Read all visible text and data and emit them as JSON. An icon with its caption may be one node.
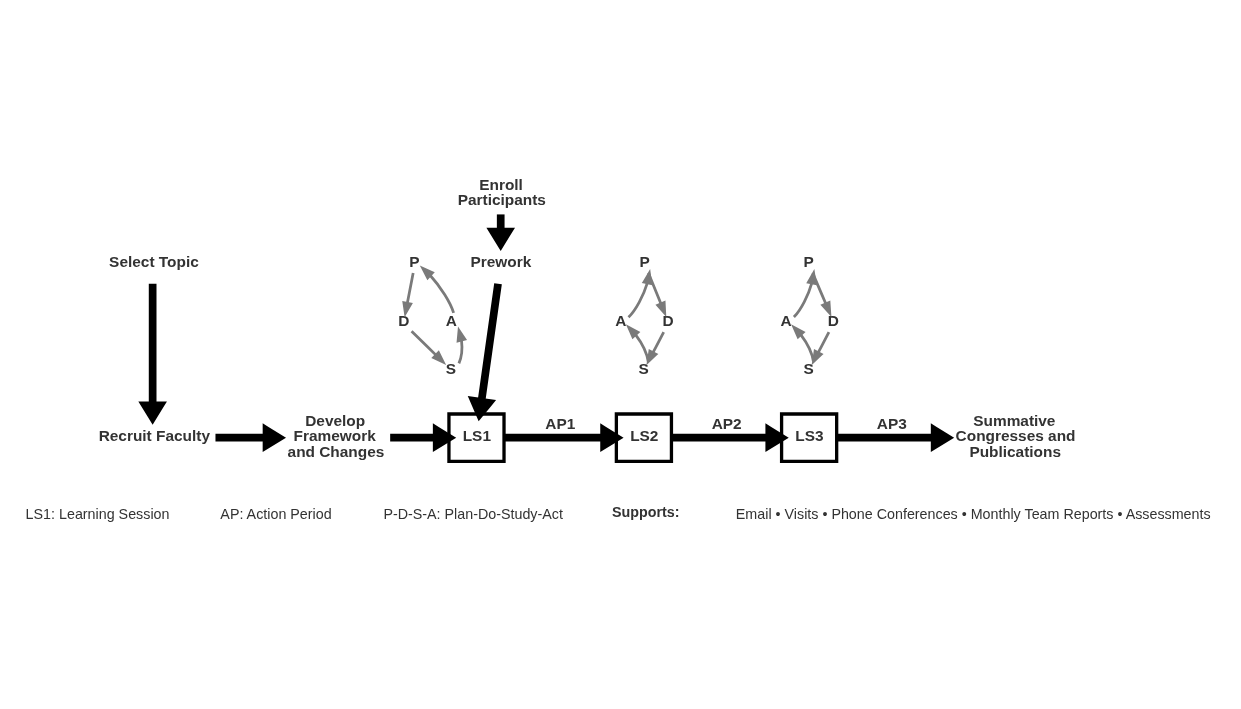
{
  "diagram": {
    "nodes": [
      {
        "text": [
          "Enroll Participants"
        ]
      },
      {
        "text": [
          "Select Topic"
        ]
      },
      {
        "text": [
          "Prework"
        ]
      },
      {
        "text": [
          "A"
        ]
      },
      {
        "text": [
          "P"
        ]
      },
      {
        "text": [
          "D"
        ]
      },
      {
        "text": [
          "S"
        ]
      },
      {
        "text": [
          "A"
        ]
      },
      {
        "text": [
          "P"
        ]
      },
      {
        "text": [
          "D"
        ]
      },
      {
        "text": [
          "S"
        ]
      },
      {
        "text": [
          "A"
        ]
      },
      {
        "text": [
          "P"
        ]
      },
      {
        "text": [
          "D"
        ]
      },
      {
        "text": [
          "S"
        ]
      },
      {
        "text": [
          "Recruit Faculty"
        ]
      },
      {
        "text": [
          "Develop Framework and Changes"
        ]
      },
      {
        "text": [
          "LS1"
        ]
      },
      {
        "text": [
          "LS2"
        ]
      },
      {
        "text": [
          "LS3"
        ]
      },
      {
        "text": [
          "Summative Congresses and Publications"
        ]
      }
    ],
    "edges": [
      {
        "from": 0,
        "to": 2,
        "arrow": "to",
        "style": "thick",
        "color": "#000000"
      },
      {
        "from": 1,
        "to": 15,
        "arrow": "to",
        "style": "thick",
        "color": "#000000"
      },
      {
        "from": 2,
        "to": 17,
        "arrow": "to",
        "style": "thick",
        "color": "#000000"
      },
      {
        "from": 15,
        "to": 16,
        "arrow": "to",
        "style": "thick",
        "color": "#000000"
      },
      {
        "from": 16,
        "to": 17,
        "arrow": "to",
        "style": "thick",
        "color": "#000000"
      },
      {
        "from": 17,
        "to": 18,
        "arrow": "to",
        "label": "AP1",
        "style": "thick",
        "color": "#000000"
      },
      {
        "from": 18,
        "to": 19,
        "arrow": "to",
        "label": "AP2",
        "style": "thick",
        "color": "#000000"
      },
      {
        "from": 19,
        "to": 20,
        "arrow": "to",
        "label": "AP3",
        "style": "thick",
        "color": "#000000"
      },
      {
        "from": 3,
        "to": 4,
        "arrow": "to"
      },
      {
        "from": 4,
        "to": 5,
        "arrow": "to"
      },
      {
        "from": 5,
        "to": 6,
        "arrow": "to"
      },
      {
        "from": 6,
        "to": 3,
        "arrow": "to"
      },
      {
        "from": 7,
        "to": 8,
        "arrow": "to"
      },
      {
        "from": 8,
        "to": 9,
        "arrow": "to"
      },
      {
        "from": 9,
        "to": 10,
        "arrow": "to"
      },
      {
        "from": 10,
        "to": 7,
        "arrow": "to"
      },
      {
        "from": 11,
        "to": 12,
        "arrow": "to"
      },
      {
        "from": 12,
        "to": 13,
        "arrow": "to"
      },
      {
        "from": 13,
        "to": 14,
        "arrow": "to"
      },
      {
        "from": 14,
        "to": 11,
        "arrow": "to"
      }
    ],
    "labels": [
      "LS1: Learning Session",
      "AP: Action Period",
      "P-D-S-A: Plan-Do-Study-Act",
      "Supports:",
      "Email • Visits • Phone Conferences • Monthly Team Reports • Assessments"
    ]
  }
}
